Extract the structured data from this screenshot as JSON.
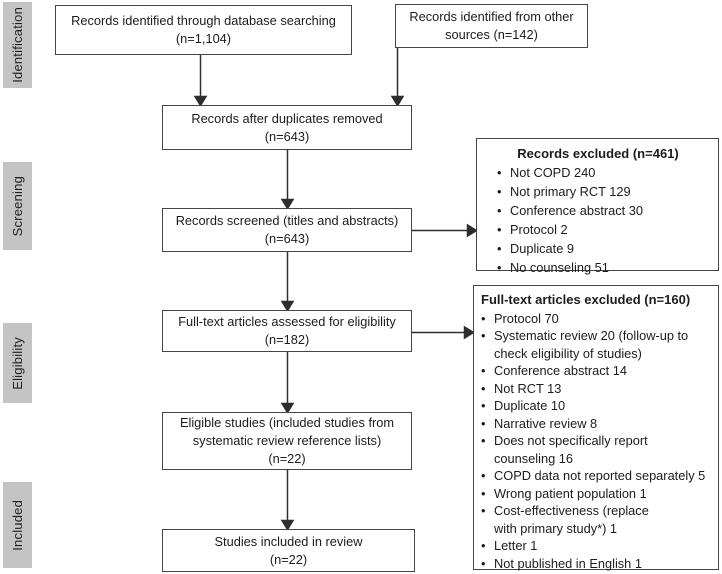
{
  "ui": {
    "bullet_char": "•"
  },
  "colors": {
    "box_border": "#454545",
    "sidebar_bg": "#c4c4c4",
    "arrow": "#2e2e2e",
    "background": "#ffffff"
  },
  "sidebar": {
    "identification": "Identification",
    "screening": "Screening",
    "eligibility": "Eligibility",
    "included": "Included"
  },
  "boxes": {
    "database_search": {
      "lines": [
        "Records identified through database searching",
        "(n=1,104)"
      ]
    },
    "other_sources": {
      "lines": [
        "Records identified from other",
        "sources (n=142)"
      ]
    },
    "duplicates_removed": {
      "lines": [
        "Records after duplicates removed",
        "(n=643)"
      ]
    },
    "records_screened": {
      "lines": [
        "Records screened (titles and abstracts)",
        "(n=643)"
      ]
    },
    "fulltext_assessed": {
      "lines": [
        "Full-text articles assessed for eligibility",
        "(n=182)"
      ]
    },
    "eligible_studies": {
      "lines": [
        "Eligible studies (included studies from",
        "systematic review reference lists)",
        "(n=22)"
      ]
    },
    "included_in_review": {
      "lines": [
        "Studies included in review",
        "(n=22)"
      ]
    }
  },
  "records_excluded": {
    "title": "Records excluded (n=461)",
    "items": [
      "Not COPD 240",
      "Not primary RCT 129",
      "Conference abstract 30",
      "Protocol 2",
      "Duplicate 9",
      "No counseling 51"
    ]
  },
  "fulltext_excluded": {
    "title": "Full-text articles excluded (n=160)",
    "items": [
      "Protocol 70",
      "Systematic review 20 (follow-up to\ncheck eligibility of studies)",
      "Conference abstract 14",
      "Not RCT 13",
      "Duplicate 10",
      "Narrative review 8",
      "Does not specifically report\ncounseling 16",
      "COPD data not reported separately 5",
      "Wrong patient population 1",
      "Cost-effectiveness (replace\nwith primary study*) 1",
      "Letter 1",
      "Not published in English 1"
    ]
  }
}
